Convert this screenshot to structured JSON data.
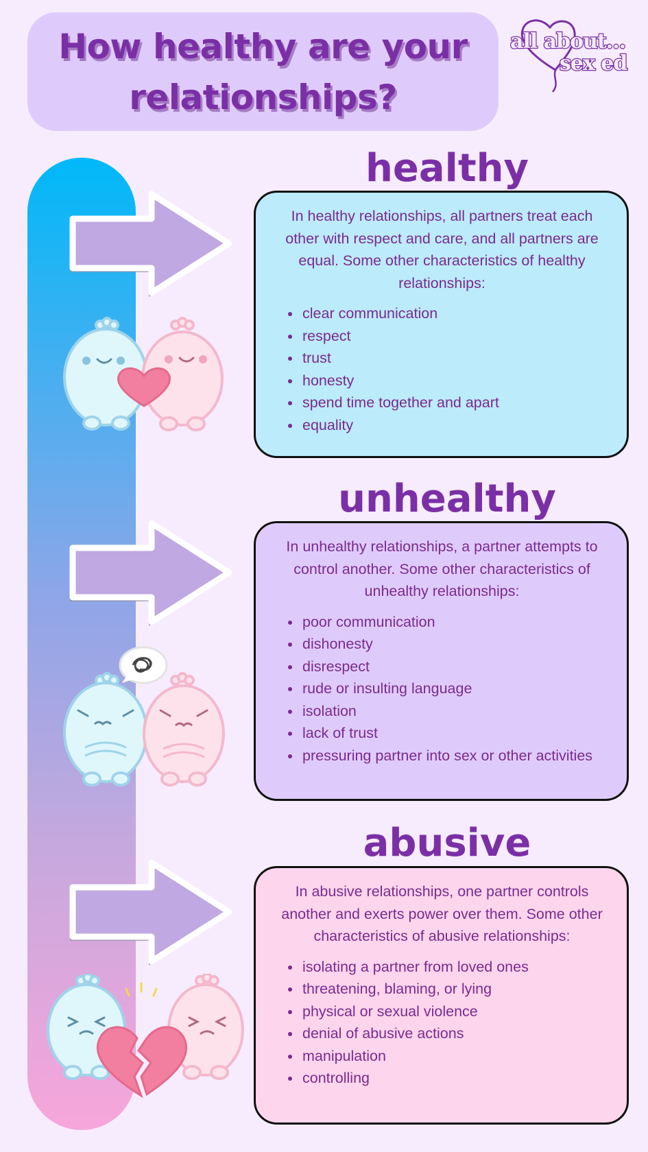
{
  "header": {
    "title_line1": "How healthy are your",
    "title_line2": "relationships?",
    "logo_line1": "all about...",
    "logo_line2": "sex ed",
    "logo_icon": "heart-balloon-icon"
  },
  "colors": {
    "title_purple": "#7b2fa6",
    "text_purple": "#7a2a8f",
    "healthy_card": "#bcebfc",
    "unhealthy_card": "#dfcbfb",
    "abusive_card": "#fdd5ec",
    "gradient_top": "#00b8f8",
    "gradient_bottom": "#f7a6da",
    "arrow_fill": "#c0a8e2"
  },
  "sections": [
    {
      "title": "healthy",
      "intro": "In healthy relationships, all partners treat each other with respect and care, and all partners are equal. Some other characteristics of healthy relationships:",
      "items": [
        "clear communication",
        "respect",
        "trust",
        "honesty",
        "spend time together and apart",
        "equality"
      ],
      "illustration": "happy-couple-with-heart-icon"
    },
    {
      "title": "unhealthy",
      "intro": "In unhealthy relationships, a partner attempts to control another. Some other characteristics of unhealthy relationships:",
      "items": [
        "poor communication",
        "dishonesty",
        "disrespect",
        "rude or insulting language",
        "isolation",
        "lack of trust",
        "pressuring partner into sex or other activities"
      ],
      "illustration": "sad-couple-with-scribble-bubble-icon"
    },
    {
      "title": "abusive",
      "intro": "In abusive relationships, one partner controls another and exerts power over them. Some other characteristics of abusive relationships:",
      "items": [
        "isolating a partner from loved ones",
        "threatening, blaming, or lying",
        "physical or sexual violence",
        "denial of abusive actions",
        "manipulation",
        "controlling"
      ],
      "illustration": "couple-with-broken-heart-icon"
    }
  ]
}
